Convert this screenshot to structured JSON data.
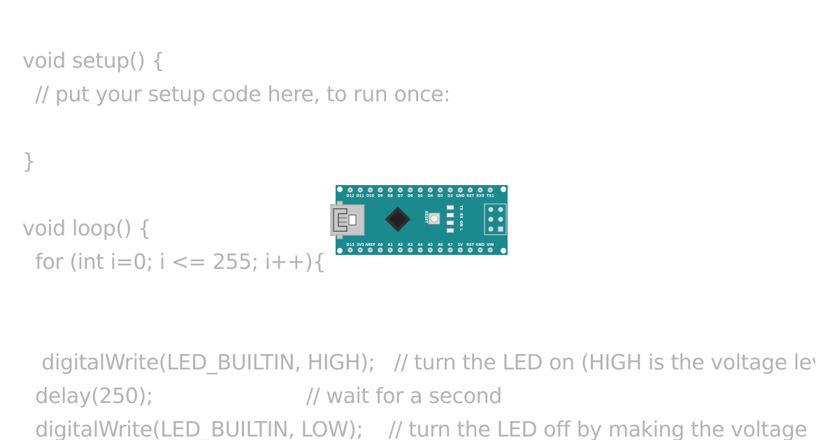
{
  "code": {
    "lines": [
      "void setup() {",
      "  // put your setup code here, to run once:",
      "}",
      "void loop() {",
      "  for (int i=0; i <= 255; i++){",
      "   digitalWrite(LED_BUILTIN, HIGH);   // turn the LED on (HIGH is the voltage level)",
      "  delay(250);                        // wait for a second",
      "  digitalWrite(LED_BUILTIN, LOW);    // turn the LED off by making the voltage LOW"
    ]
  },
  "board": {
    "name": "arduino-nano",
    "color": "#1a8a8f",
    "top_pins": [
      "D12",
      "D11",
      "D10",
      "D9",
      "D8",
      "D7",
      "D6",
      "D5",
      "D4",
      "D3",
      "D2",
      "GND",
      "RST",
      "RX0",
      "TX1"
    ],
    "bottom_pins": [
      "D13",
      "3V3",
      "AREF",
      "A0",
      "A1",
      "A2",
      "A3",
      "A4",
      "A5",
      "A6",
      "A7",
      "5V",
      "RST",
      "GND",
      "VIN"
    ],
    "reset_label": "RESET",
    "led_labels": [
      "TX",
      "RX",
      "ON",
      "L"
    ]
  },
  "colors": {
    "code_text": "#b3b3b3",
    "board_teal": "#1a8a8f",
    "background": "#ffffff"
  }
}
